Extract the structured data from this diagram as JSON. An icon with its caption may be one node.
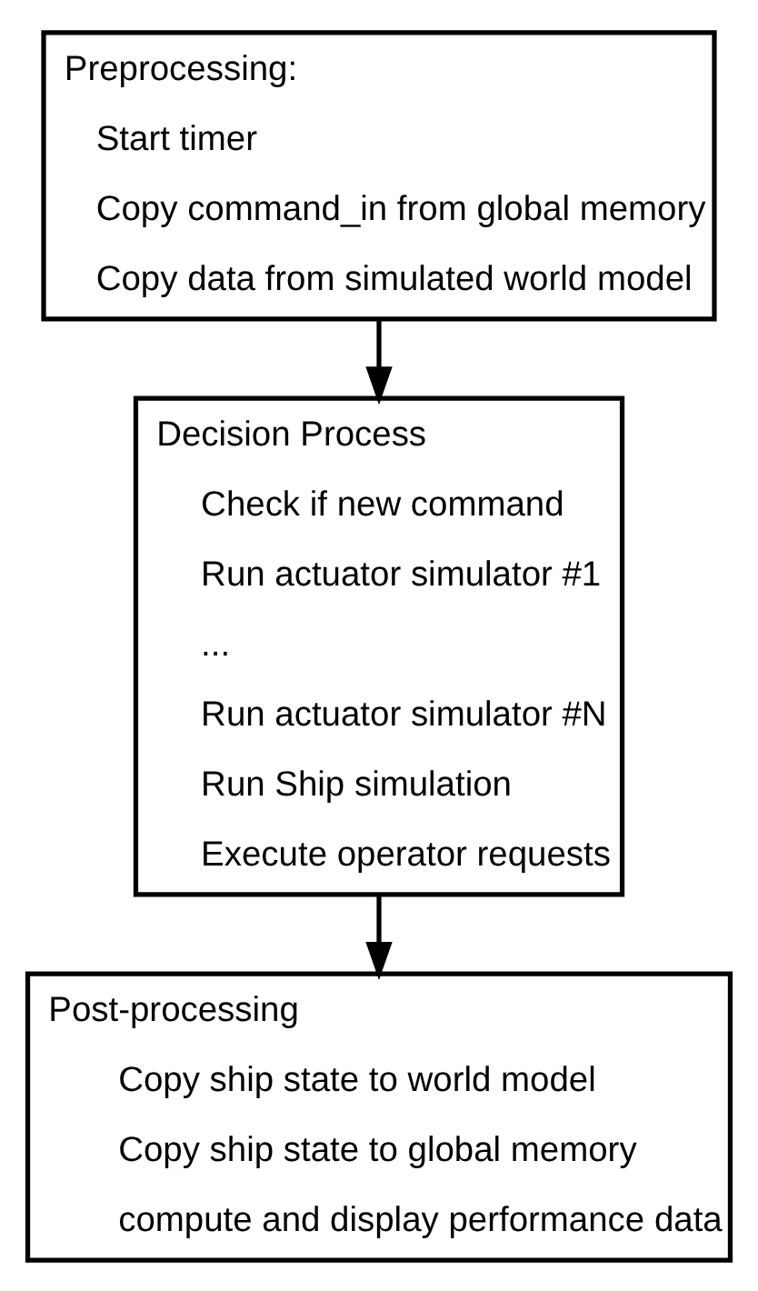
{
  "diagram": {
    "nodes": [
      {
        "text": [
          "Preprocessing:",
          "Start timer",
          "Copy command_in from global memory",
          "Copy data from simulated world model"
        ]
      },
      {
        "text": [
          "Decision Process",
          "Check if new command",
          "Run actuator simulator #1",
          "...",
          "Run actuator simulator #N",
          "Run Ship simulation",
          "Execute operator requests"
        ]
      },
      {
        "text": [
          "Post-processing",
          "Copy ship state to world model",
          "Copy ship state to global memory",
          "compute and display performance data"
        ]
      }
    ],
    "edges": [
      {
        "from": 0,
        "to": 1,
        "arrow": "to"
      },
      {
        "from": 1,
        "to": 2,
        "arrow": "to"
      }
    ]
  }
}
